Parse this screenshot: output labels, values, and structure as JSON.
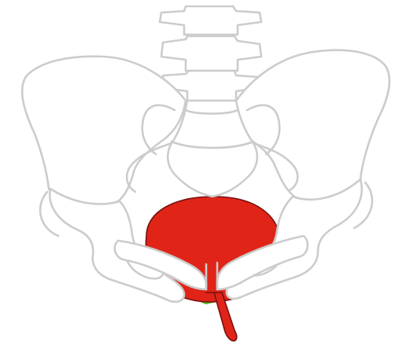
{
  "colors": {
    "background": "#ffffff",
    "bone_outline": "#cccccc",
    "bone_fill": "#ffffff",
    "bladder_fill": "#e02418",
    "bladder_outline": "#7a1010",
    "pelvic_floor_muscle": "#5bbf2a"
  },
  "structures": [
    "lumbar-vertebrae",
    "sacrum",
    "left-ilium",
    "right-ilium",
    "pubic-bones",
    "bladder",
    "urethra",
    "pelvic-floor-muscle-left",
    "pelvic-floor-muscle-right"
  ]
}
